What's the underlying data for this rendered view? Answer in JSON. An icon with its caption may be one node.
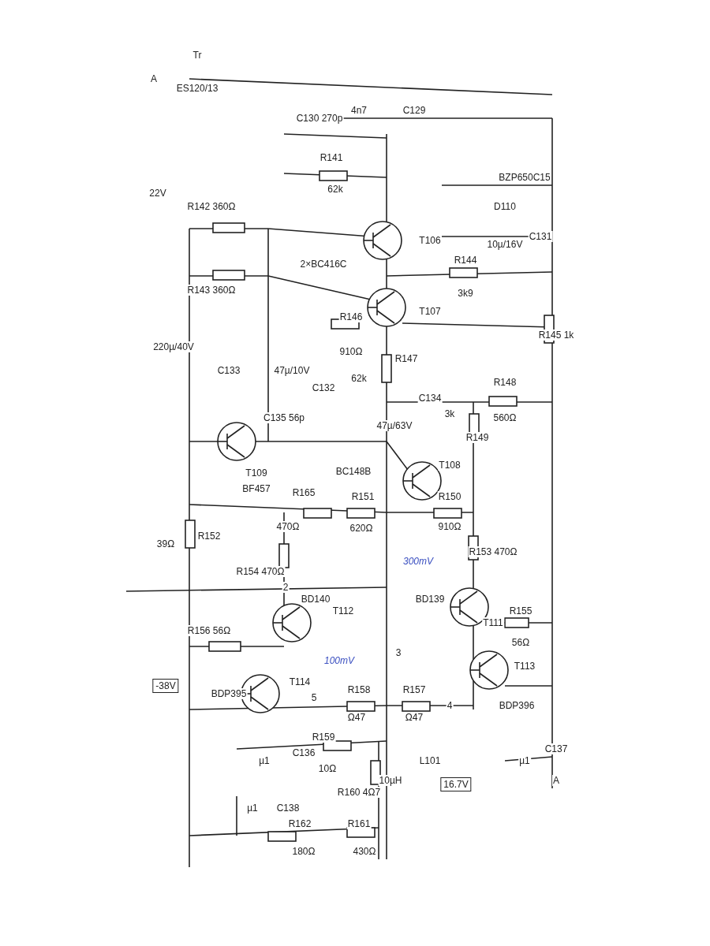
{
  "diagram": {
    "labels": [
      "Tr",
      "ES120/13",
      "A",
      "22V",
      "C130 270p",
      "4n7",
      "C129",
      "R141",
      "62k",
      "R142 360Ω",
      "R143 360Ω",
      "2×BC416C",
      "T106",
      "T107",
      "R144",
      "3k9",
      "BZP650C15",
      "D110",
      "10µ/16V",
      "C131",
      "R145 1k",
      "R146",
      "910Ω",
      "47µ/10V",
      "C132",
      "R147",
      "62k",
      "220µ/40V",
      "C133",
      "C135 56p",
      "47µ/63V",
      "C134",
      "R148",
      "560Ω",
      "3k",
      "R149",
      "BC148B",
      "T108",
      "T109",
      "BF457",
      "39Ω",
      "R152",
      "R165",
      "470Ω",
      "R151",
      "620Ω",
      "R150",
      "910Ω",
      "300mV",
      "R153 470Ω",
      "R154 470Ω",
      "2",
      "BD140",
      "T112",
      "BD139",
      "T111",
      "R155",
      "56Ω",
      "R156 56Ω",
      "3",
      "100mV",
      "T113",
      "BDP395",
      "T114",
      "BDP396",
      "-38V",
      "5",
      "R158",
      "Ω47",
      "R157",
      "Ω47",
      "4",
      "R159",
      "10Ω",
      "µ1",
      "C136",
      "10µH",
      "L101",
      "R160 4Ω7",
      "16.7V",
      "µ1",
      "C137",
      "A",
      "µ1",
      "C138",
      "R162",
      "180Ω",
      "R161",
      "430Ω"
    ]
  }
}
